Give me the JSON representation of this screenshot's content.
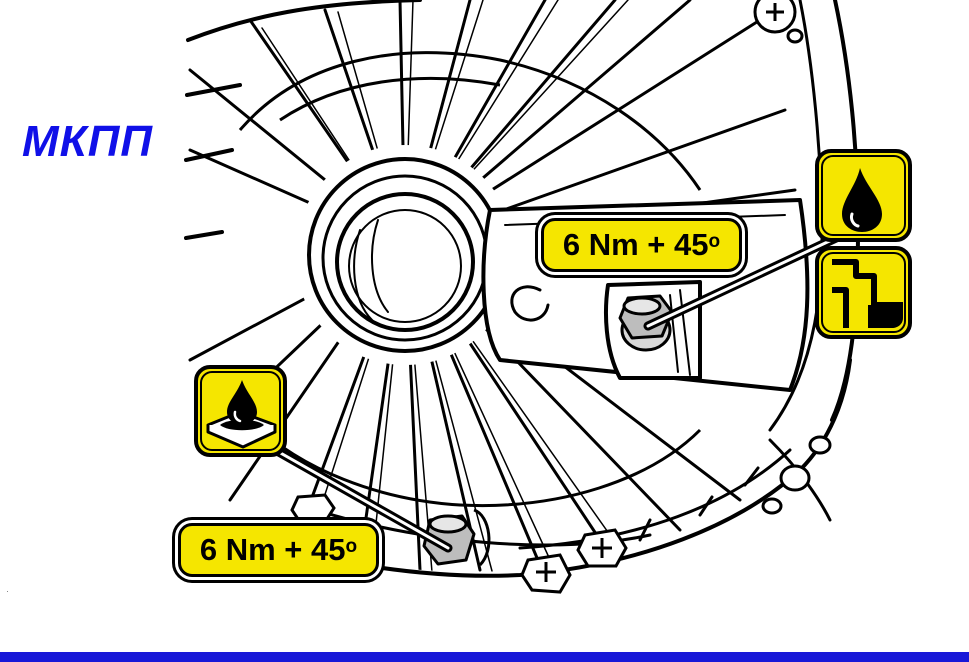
{
  "title": "МКПП",
  "labels": {
    "torque_upper": {
      "value": "6 Nm + 45",
      "degree": "o"
    },
    "torque_lower": {
      "value": "6 Nm + 45",
      "degree": "o"
    }
  },
  "icons": {
    "oil_drop": "oil-drop-icon",
    "oil_level": "oil-level-icon",
    "sealant": "sealant-icon"
  },
  "colors": {
    "title": "#1010e8",
    "label_fill": "#f5e600",
    "footer_bar": "#1818d8",
    "outline": "#000000"
  }
}
